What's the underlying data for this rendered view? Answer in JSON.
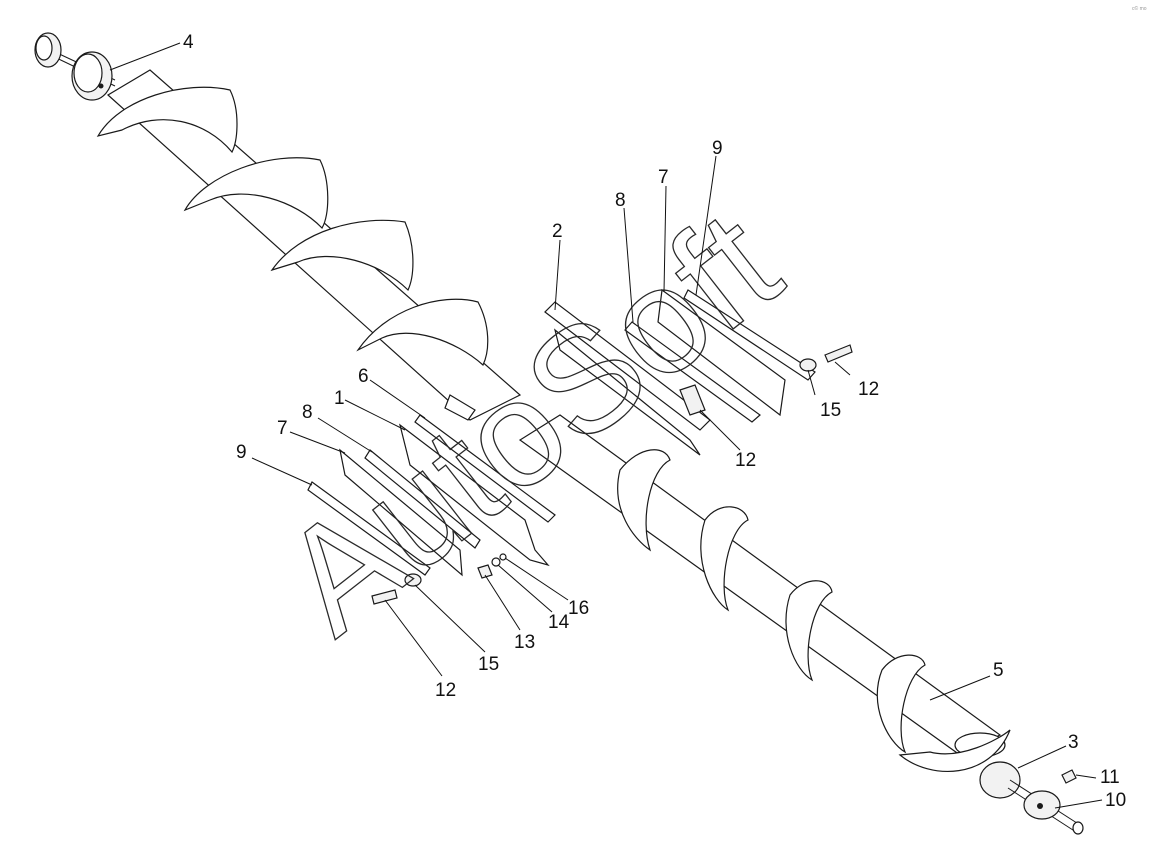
{
  "watermark": {
    "text": "AutoSoft"
  },
  "corner_mark": "c© mo",
  "callouts": [
    "1",
    "2",
    "3",
    "4",
    "5",
    "6",
    "7",
    "8",
    "9",
    "10",
    "11",
    "12",
    "13",
    "14",
    "15",
    "16"
  ],
  "labels": {
    "c4": "4",
    "c2": "2",
    "c8a": "8",
    "c7a": "7",
    "c9a": "9",
    "c12a": "12",
    "c15a": "15",
    "c12b": "12",
    "c6": "6",
    "c1": "1",
    "c8b": "8",
    "c7b": "7",
    "c9b": "9",
    "c13": "13",
    "c14": "14",
    "c16": "16",
    "c15b": "15",
    "c12c": "12",
    "c5": "5",
    "c3": "3",
    "c11": "11",
    "c10": "10"
  }
}
